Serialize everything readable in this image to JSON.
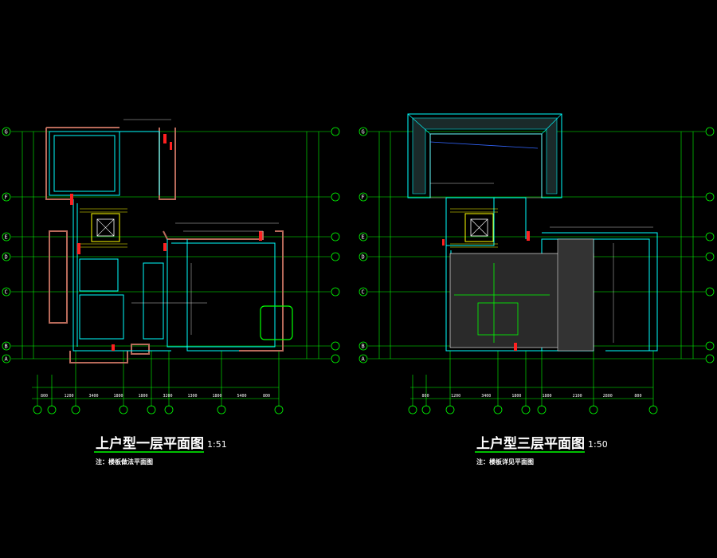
{
  "drawings": [
    {
      "title": "上户型一层平面图",
      "scale": "1:51",
      "note": "注：楼板做法平面图",
      "axis_labels": [
        "G",
        "F",
        "E",
        "D",
        "C",
        "B",
        "A"
      ],
      "bottom_dims": [
        "800",
        "1200",
        "3400",
        "1800",
        "1800",
        "3200",
        "1300",
        "1800",
        "5400",
        "800"
      ]
    },
    {
      "title": "上户型三层平面图",
      "scale": "1:50",
      "note": "注：楼板详见平面图",
      "axis_labels": [
        "G",
        "F",
        "E",
        "D",
        "C",
        "B",
        "A"
      ],
      "bottom_dims": [
        "800",
        "1200",
        "3400",
        "1800",
        "1800",
        "2100",
        "2800",
        "800"
      ]
    }
  ],
  "colors": {
    "background": "#000000",
    "axis": "#00ff00",
    "wall": "#00ffff",
    "red": "#ff2020",
    "brown": "#b86a5a",
    "yellow": "#ffff00"
  }
}
